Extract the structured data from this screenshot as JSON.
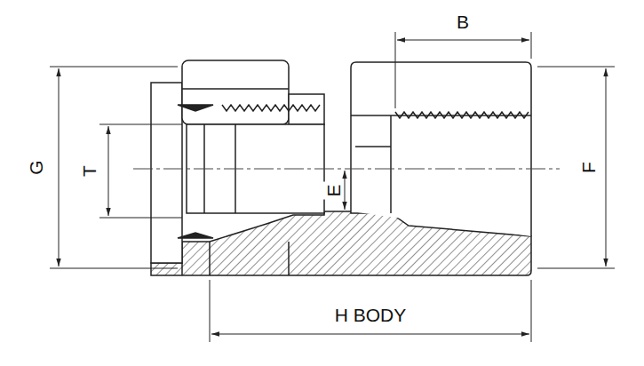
{
  "diagram": {
    "labels": [
      "B",
      "G",
      "T",
      "E",
      "F",
      "H BODY"
    ]
  }
}
